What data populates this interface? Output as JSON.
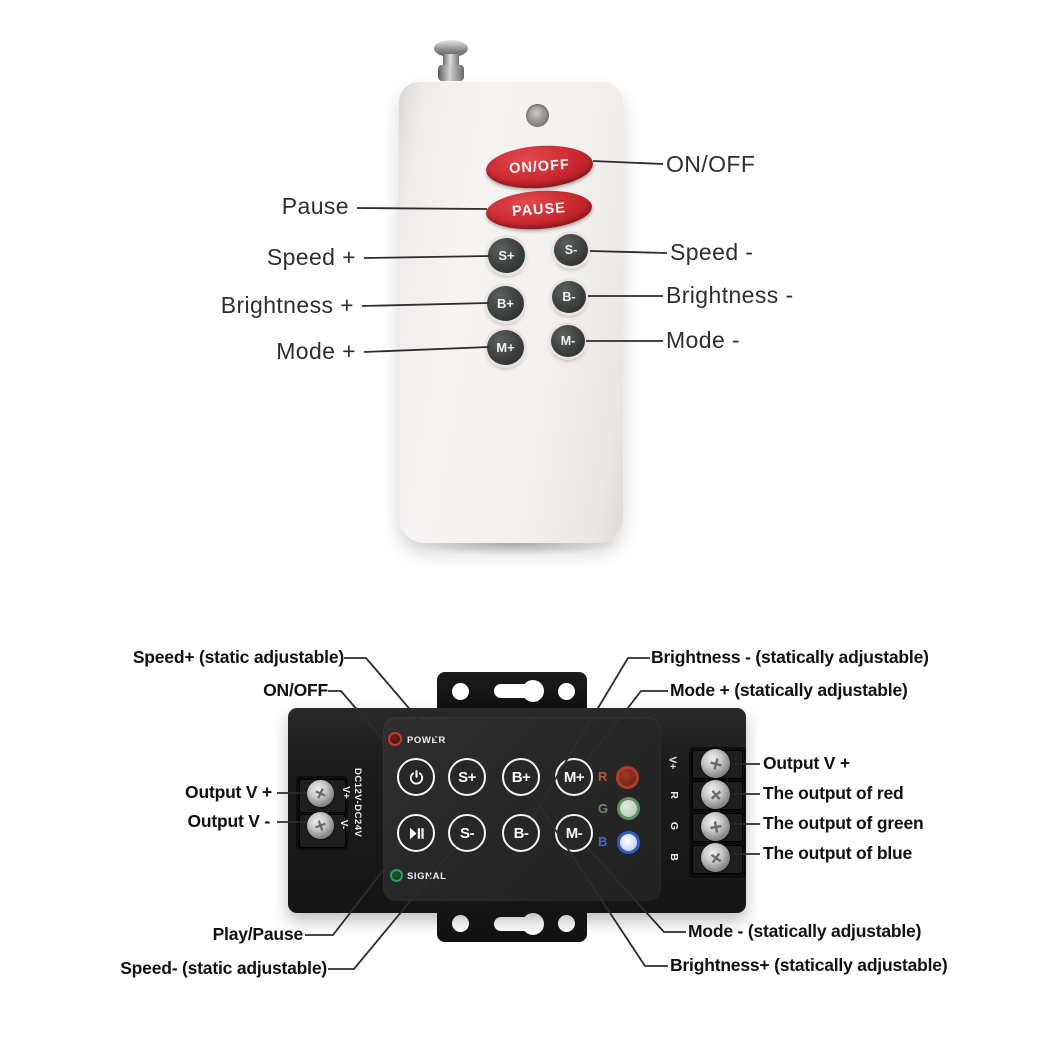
{
  "remote": {
    "power_button": "ON/OFF",
    "pause_button": "PAUSE",
    "keys": {
      "s_plus": "S+",
      "s_minus": "S-",
      "b_plus": "B+",
      "b_minus": "B-",
      "m_plus": "M+",
      "m_minus": "M-"
    },
    "left_labels": {
      "pause": "Pause",
      "speed_plus": "Speed +",
      "brightness_plus": "Brightness +",
      "mode_plus": "Mode +"
    },
    "right_labels": {
      "on_off": "ON/OFF",
      "speed_minus": "Speed -",
      "brightness_minus": "Brightness -",
      "mode_minus": "Mode -"
    }
  },
  "controller": {
    "power_led_label": "POWER",
    "signal_led_label": "SIGNAL",
    "keys": {
      "s_plus": "S+",
      "b_plus": "B+",
      "m_plus": "M+",
      "s_minus": "S-",
      "b_minus": "B-",
      "m_minus": "M-"
    },
    "rgb_leds": [
      {
        "label": "R",
        "text_color": "#b35a3e",
        "ring": "#b03d26",
        "fill": "#7c2317"
      },
      {
        "label": "G",
        "text_color": "#6d8a6d",
        "ring": "#5f8f63",
        "fill": "#cdd8cd"
      },
      {
        "label": "B",
        "text_color": "#4568c4",
        "ring": "#2f5fc4",
        "fill": "#e8ecf5"
      }
    ],
    "left_terminal": {
      "rating": "DC12V-DC24V",
      "pins": [
        "V+",
        "V-"
      ]
    },
    "right_terminal": {
      "pins": [
        "V+",
        "R",
        "G",
        "B"
      ]
    },
    "labels": {
      "speed_plus": "Speed+ (static adjustable)",
      "on_off": "ON/OFF",
      "brightness_minus": "Brightness - (statically adjustable)",
      "mode_plus": "Mode + (statically adjustable)",
      "output_v_plus_left": "Output V +",
      "output_v_minus_left": "Output V -",
      "output_v_plus_right": "Output V +",
      "output_red": "The output of red",
      "output_green": "The output of green",
      "output_blue": "The output of blue",
      "play_pause": "Play/Pause",
      "speed_minus": "Speed- (static adjustable)",
      "mode_minus": "Mode - (statically adjustable)",
      "brightness_plus": "Brightness+ (statically adjustable)"
    }
  }
}
